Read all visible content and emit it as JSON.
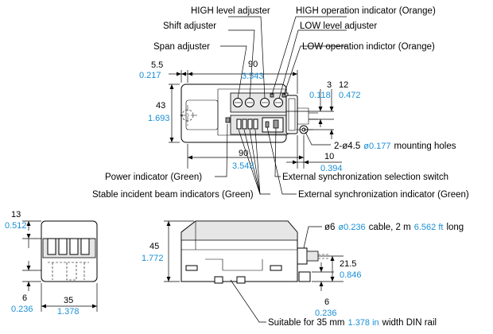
{
  "labels": {
    "high_level_adjuster": "HIGH level adjuster",
    "high_operation_indicator": "HIGH operation indicator (Orange)",
    "shift_adjuster": "Shift adjuster",
    "low_level_adjuster": "LOW level adjuster",
    "span_adjuster": "Span adjuster",
    "low_operation_indicator": "LOW operation indictor (Orange)",
    "mounting_holes_a": "2-ø4.5",
    "mounting_holes_b": "ø0.177",
    "mounting_holes_c": "mounting holes",
    "power_indicator": "Power indicator (Green)",
    "ext_sync_selection_switch": "External synchronization selection switch",
    "stable_incident_beam": "Stable incident beam indicators (Green)",
    "ext_sync_indicator": "External synchronization indicator (Green)",
    "cable_a": "ø6",
    "cable_b": "ø0.236",
    "cable_c": "cable, 2 m",
    "cable_d": "6.562 ft",
    "cable_e": "long",
    "din_a": "Suitable for 35 mm",
    "din_b": "1.378 in",
    "din_c": "width DIN rail"
  },
  "dimensions": {
    "d_5_5": "5.5",
    "d_0_217": "0.217",
    "d_90_top": "90",
    "d_3_543_top": "3.543",
    "d_43": "43",
    "d_1_693": "1.693",
    "d_3": "3",
    "d_0_118": "0.118",
    "d_12": "12",
    "d_0_472": "0.472",
    "d_90_bot": "90",
    "d_3_543_bot": "3.543",
    "d_10": "10",
    "d_0_394": "0.394",
    "d_13": "13",
    "d_0_512": "0.512",
    "d_6_left": "6",
    "d_0_236_left": "0.236",
    "d_35": "35",
    "d_1_378": "1.378",
    "d_45": "45",
    "d_1_772": "1.772",
    "d_21_5": "21.5",
    "d_0_846": "0.846",
    "d_6_right": "6",
    "d_0_236_right": "0.236"
  }
}
